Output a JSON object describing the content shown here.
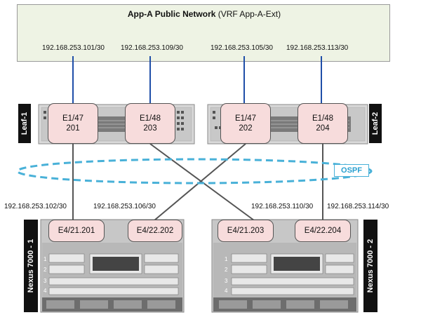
{
  "network": {
    "title_bold": "App-A Public Network",
    "title_rest": "(VRF App-A-Ext)"
  },
  "top_ips": [
    "192.168.253.101/30",
    "192.168.253.109/30",
    "192.168.253.105/30",
    "192.168.253.113/30"
  ],
  "leaf1": {
    "label": "Leaf-1",
    "ports": [
      {
        "iface": "E1/47",
        "vlan": "201"
      },
      {
        "iface": "E1/48",
        "vlan": "203"
      }
    ]
  },
  "leaf2": {
    "label": "Leaf-2",
    "ports": [
      {
        "iface": "E1/47",
        "vlan": "202"
      },
      {
        "iface": "E1/48",
        "vlan": "204"
      }
    ]
  },
  "ospf_label": "OSPF",
  "bottom_ips": [
    "192.168.253.102/30",
    "192.168.253.106/30",
    "192.168.253.110/30",
    "192.168.253.114/30"
  ],
  "nexus1": {
    "label": "Nexus 7000 - 1",
    "ports": [
      "E4/21.201",
      "E4/22.202"
    ]
  },
  "nexus2": {
    "label": "Nexus 7000 - 2",
    "ports": [
      "E4/21.203",
      "E4/22.204"
    ]
  },
  "colors": {
    "uplink": "#1f4ea8",
    "downlink": "#555555",
    "ospf": "#49b1d8",
    "port_fill": "#f7dcdc"
  }
}
